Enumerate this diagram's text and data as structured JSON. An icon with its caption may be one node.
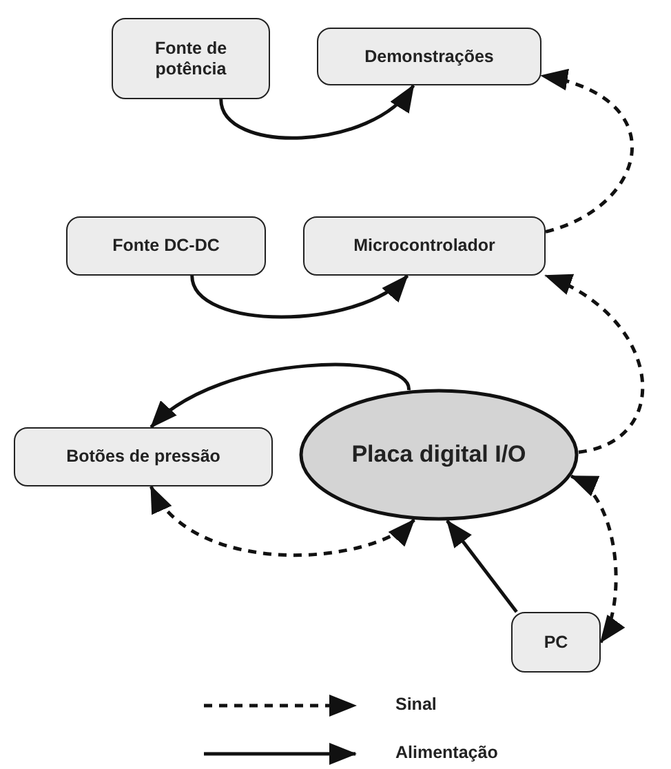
{
  "diagram": {
    "nodes": [
      {
        "text": [
          "Fonte de potência"
        ]
      },
      {
        "text": [
          "Demonstrações"
        ]
      },
      {
        "text": [
          "Fonte DC-DC"
        ]
      },
      {
        "text": [
          "Microcontrolador"
        ]
      },
      {
        "text": [
          "Botões de pressão"
        ]
      },
      {
        "text": [
          "Placa digital I/O"
        ]
      },
      {
        "text": [
          "PC"
        ]
      }
    ],
    "edges": [
      {
        "from": 0,
        "to": 1,
        "arrow": "to"
      },
      {
        "from": 3,
        "to": 1,
        "arrow": "to",
        "style": "dashed"
      },
      {
        "from": 2,
        "to": 3,
        "arrow": "to"
      },
      {
        "from": 5,
        "to": 4,
        "arrow": "to"
      },
      {
        "from": 5,
        "to": 3,
        "arrow": "to",
        "style": "dashed"
      },
      {
        "from": 4,
        "to": 5,
        "arrow": "both",
        "style": "dashed"
      },
      {
        "from": 6,
        "to": 5,
        "arrow": "to"
      },
      {
        "from": 5,
        "to": 6,
        "arrow": "both",
        "style": "dashed"
      }
    ],
    "legend": [
      {
        "text": "Sinal"
      },
      {
        "text": "Alimentação"
      }
    ]
  }
}
